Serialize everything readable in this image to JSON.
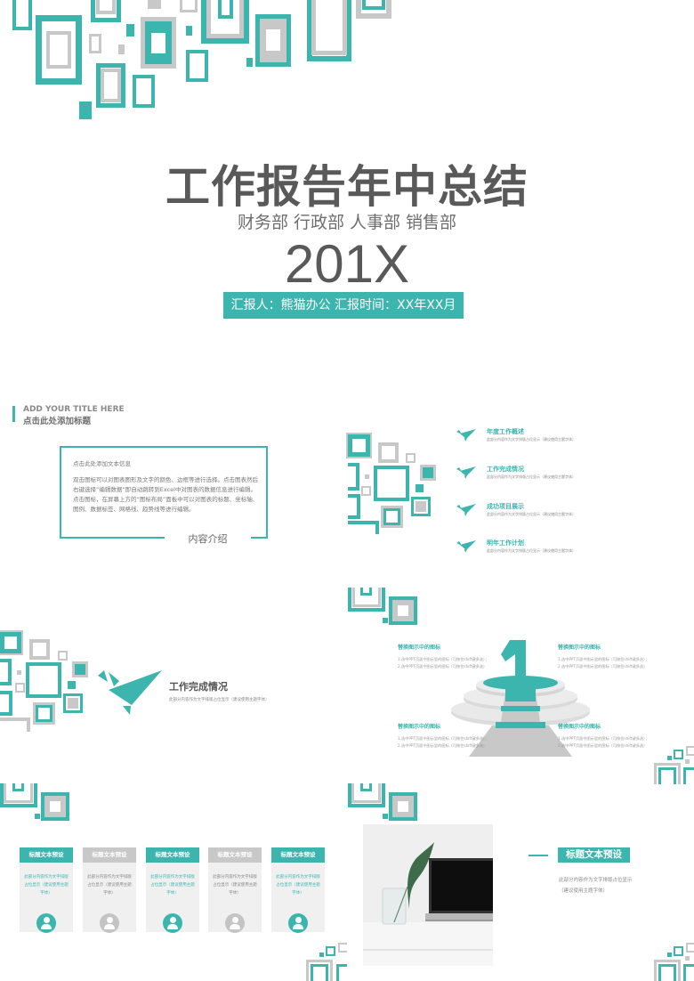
{
  "cover": {
    "title": "工作报告年中总结",
    "departments": "财务部 行政部 人事部 销售部",
    "year": "201X",
    "reporter_line": "汇报人：熊猫办公  汇报时间：XX年XX月"
  },
  "intro_slide": {
    "heading_en": "ADD YOUR TITLE HERE",
    "heading_cn": "点击此处添加标题",
    "box_title": "点击此处添加文本信息",
    "box_body": "双击图标可以对图表图形及文字的颜色、边框等进行选择。点击图表然后右键选择“编辑数据”即自动跳转到Excel中对图表的数据信息进行编辑。点击图标，在屏幕上方的“图标布局”面板中可以对图表的标题、坐标轴、图例、数据标签、网格线、趋势线等进行编辑。",
    "box_label": "内容介绍"
  },
  "toc_slide": {
    "items": [
      {
        "title": "年度工作概述",
        "subtitle": "此部分内容作为文字排版占位显示（建议使用主题字体）",
        "icon": "bird-icon"
      },
      {
        "title": "工作完成情况",
        "subtitle": "此部分内容作为文字排版占位显示（建议使用主题字体）",
        "icon": "bird-icon"
      },
      {
        "title": "成功项目展示",
        "subtitle": "此部分内容作为文字排版占位显示（建议使用主题字体）",
        "icon": "bird-icon"
      },
      {
        "title": "明年工作计划",
        "subtitle": "此部分内容作为文字排版占位显示（建议使用主题字体）",
        "icon": "bird-icon"
      }
    ]
  },
  "section_slide": {
    "title": "工作完成情况",
    "subtitle": "此部分内容作为文字排版占位显示（建议使用主题字体）"
  },
  "podium_slide": {
    "number": "1",
    "blocks": [
      {
        "title": "替换图示中的图标",
        "line1": "1.选中PPT页面中图示里的图标（可按住shift键多选）；",
        "line2": "2.选中PPT页面中图示里的图标（可按住shift键多选）"
      },
      {
        "title": "替换图示中的图标",
        "line1": "1.选中PPT页面中图示里的图标（可按住shift键多选）；",
        "line2": "2.选中PPT页面中图示里的图标（可按住shift键多选）"
      },
      {
        "title": "替换图示中的图标",
        "line1": "1.选中PPT页面中图示里的图标（可按住shift键多选）；",
        "line2": "2.选中PPT页面中图示里的图标（可按住shift键多选）"
      },
      {
        "title": "替换图示中的图标",
        "line1": "1.选中PPT页面中图示里的图标（可按住shift键多选）；",
        "line2": "2.选中PPT页面中图示里的图标（可按住shift键多选）"
      }
    ]
  },
  "cards_slide": {
    "cards": [
      {
        "title": "标题文本预设",
        "body": "此部分内容作为文字排版占位显示（建议使用主题字体）",
        "style": "teal"
      },
      {
        "title": "标题文本预设",
        "body": "此部分内容作为文字排版占位显示（建议使用主题字体）",
        "style": "gray"
      },
      {
        "title": "标题文本预设",
        "body": "此部分内容作为文字排版占位显示（建议使用主题字体）",
        "style": "teal"
      },
      {
        "title": "标题文本预设",
        "body": "此部分内容作为文字排版占位显示（建议使用主题字体）",
        "style": "gray"
      },
      {
        "title": "标题文本预设",
        "body": "此部分内容作为文字排版占位显示（建议使用主题字体）",
        "style": "teal"
      }
    ]
  },
  "photo_slide": {
    "title": "标题文本预设",
    "body": "此部分内容作为文字排版占位显示（建议使用主题字体）"
  },
  "colors": {
    "accent": "#3bb5ae",
    "gray": "#c8c8c8",
    "text_dark": "#595959"
  }
}
